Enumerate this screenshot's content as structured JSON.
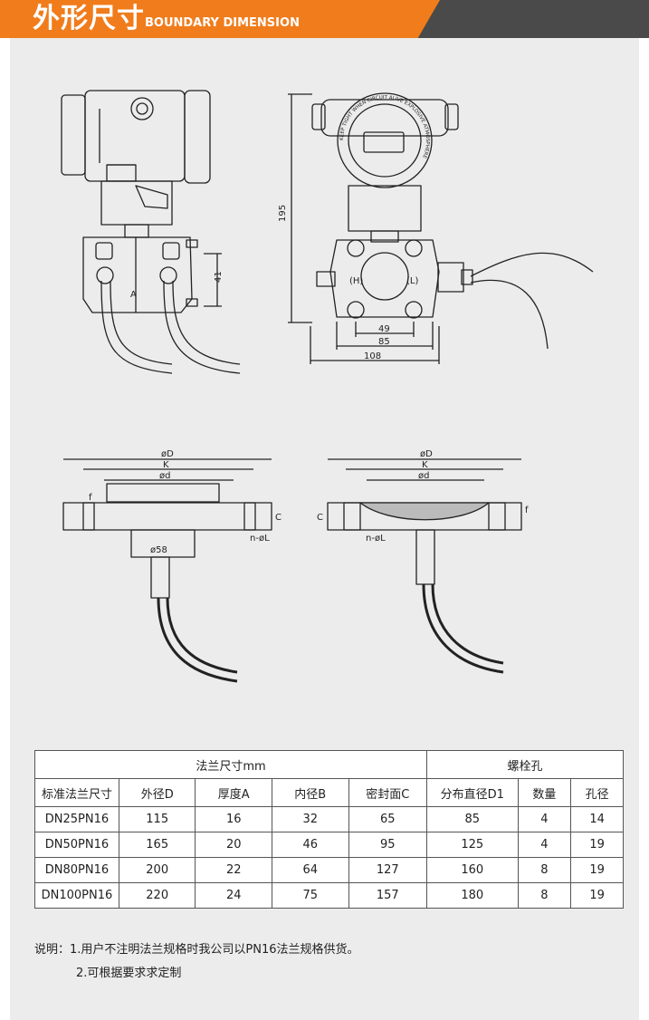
{
  "header": {
    "title": "外形尺寸",
    "subtitle": "BOUNDARY DIMENSION"
  },
  "drawings": {
    "side_label_a": "A",
    "front_dim_height": "195",
    "side_dim_41": "41",
    "front_dim_49": "49",
    "front_dim_85": "85",
    "front_dim_108": "108",
    "flange_label_od": "øD",
    "flange_label_k": "K",
    "flange_label_d": "ød",
    "flange_label_f": "f",
    "flange_label_c": "C",
    "flange_label_bolt": "n-øL",
    "flange_label_58": "ø58",
    "flange_label_f2": "f",
    "flange_label_c2": "C",
    "flange_label_bolt2": "n-øL",
    "flange_label_od2": "øD",
    "flange_label_k2": "K",
    "flange_label_d2": "ød",
    "display_ring_text": "KEEP TIGHT WHEN CIRCUIT ALIVE EXPLOSIVE ATMOSPHERE",
    "port_label_1": "(H)",
    "port_label_2": "(L)"
  },
  "table": {
    "group_flange": "法兰尺寸mm",
    "group_bolt": "螺栓孔",
    "columns": [
      "标准法兰尺寸",
      "外径D",
      "厚度A",
      "内径B",
      "密封面C",
      "分布直径D1",
      "数量",
      "孔径"
    ],
    "rows": [
      [
        "DN25PN16",
        "115",
        "16",
        "32",
        "65",
        "85",
        "4",
        "14"
      ],
      [
        "DN50PN16",
        "165",
        "20",
        "46",
        "95",
        "125",
        "4",
        "19"
      ],
      [
        "DN80PN16",
        "200",
        "22",
        "64",
        "127",
        "160",
        "8",
        "19"
      ],
      [
        "DN100PN16",
        "220",
        "24",
        "75",
        "157",
        "180",
        "8",
        "19"
      ]
    ]
  },
  "notes": {
    "line1": "说明：1.用户不注明法兰规格时我公司以PN16法兰规格供货。",
    "line2": "2.可根据要求求定制"
  }
}
